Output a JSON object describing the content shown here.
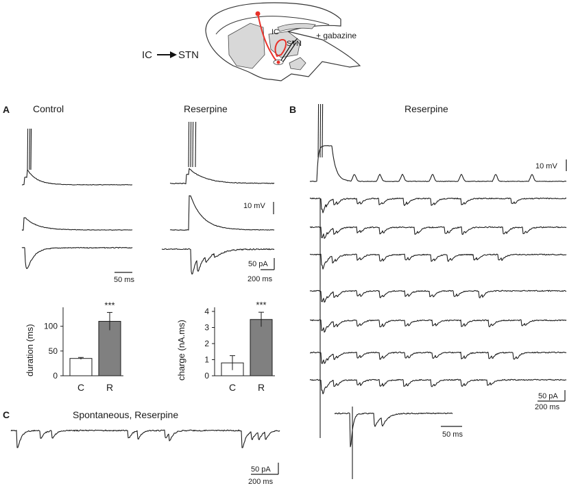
{
  "schematic": {
    "pathway": "IC",
    "target": "STN",
    "region_ic": "IC",
    "region_stn": "STN",
    "drug": "+ gabazine",
    "axon_color": "#e8322a",
    "tissue_color": "#d8d8d8"
  },
  "panel_a": {
    "letter": "A",
    "control_title": "Control",
    "reserpine_title": "Reserpine",
    "scale_voltage": "10 mV",
    "scale_current": "50 pA",
    "scale_time_control": "50 ms",
    "scale_time_reserpine": "200 ms"
  },
  "bar_duration": {
    "ylabel": "duration (ms)",
    "categories": [
      "C",
      "R"
    ],
    "values": [
      35,
      110
    ],
    "errors": [
      2,
      18
    ],
    "yticks": [
      "0",
      "50",
      "100"
    ],
    "ylim": [
      0,
      130
    ],
    "significance": "***",
    "colors": [
      "#ffffff",
      "#808080"
    ]
  },
  "bar_charge": {
    "ylabel": "charge (nA.ms)",
    "categories": [
      "C",
      "R"
    ],
    "values": [
      0.8,
      3.5
    ],
    "errors": [
      0.45,
      0.45
    ],
    "yticks": [
      "0",
      "1",
      "2",
      "3",
      "4"
    ],
    "ylim": [
      0,
      4
    ],
    "significance": "***",
    "colors": [
      "#ffffff",
      "#808080"
    ]
  },
  "panel_b": {
    "letter": "B",
    "title": "Reserpine",
    "scale_voltage": "10 mV",
    "scale_current": "50 pA",
    "scale_time": "200 ms",
    "inset_time": "50 ms"
  },
  "panel_c": {
    "letter": "C",
    "title": "Spontaneous, Reserpine",
    "scale_current": "50 pA",
    "scale_time": "200 ms"
  }
}
